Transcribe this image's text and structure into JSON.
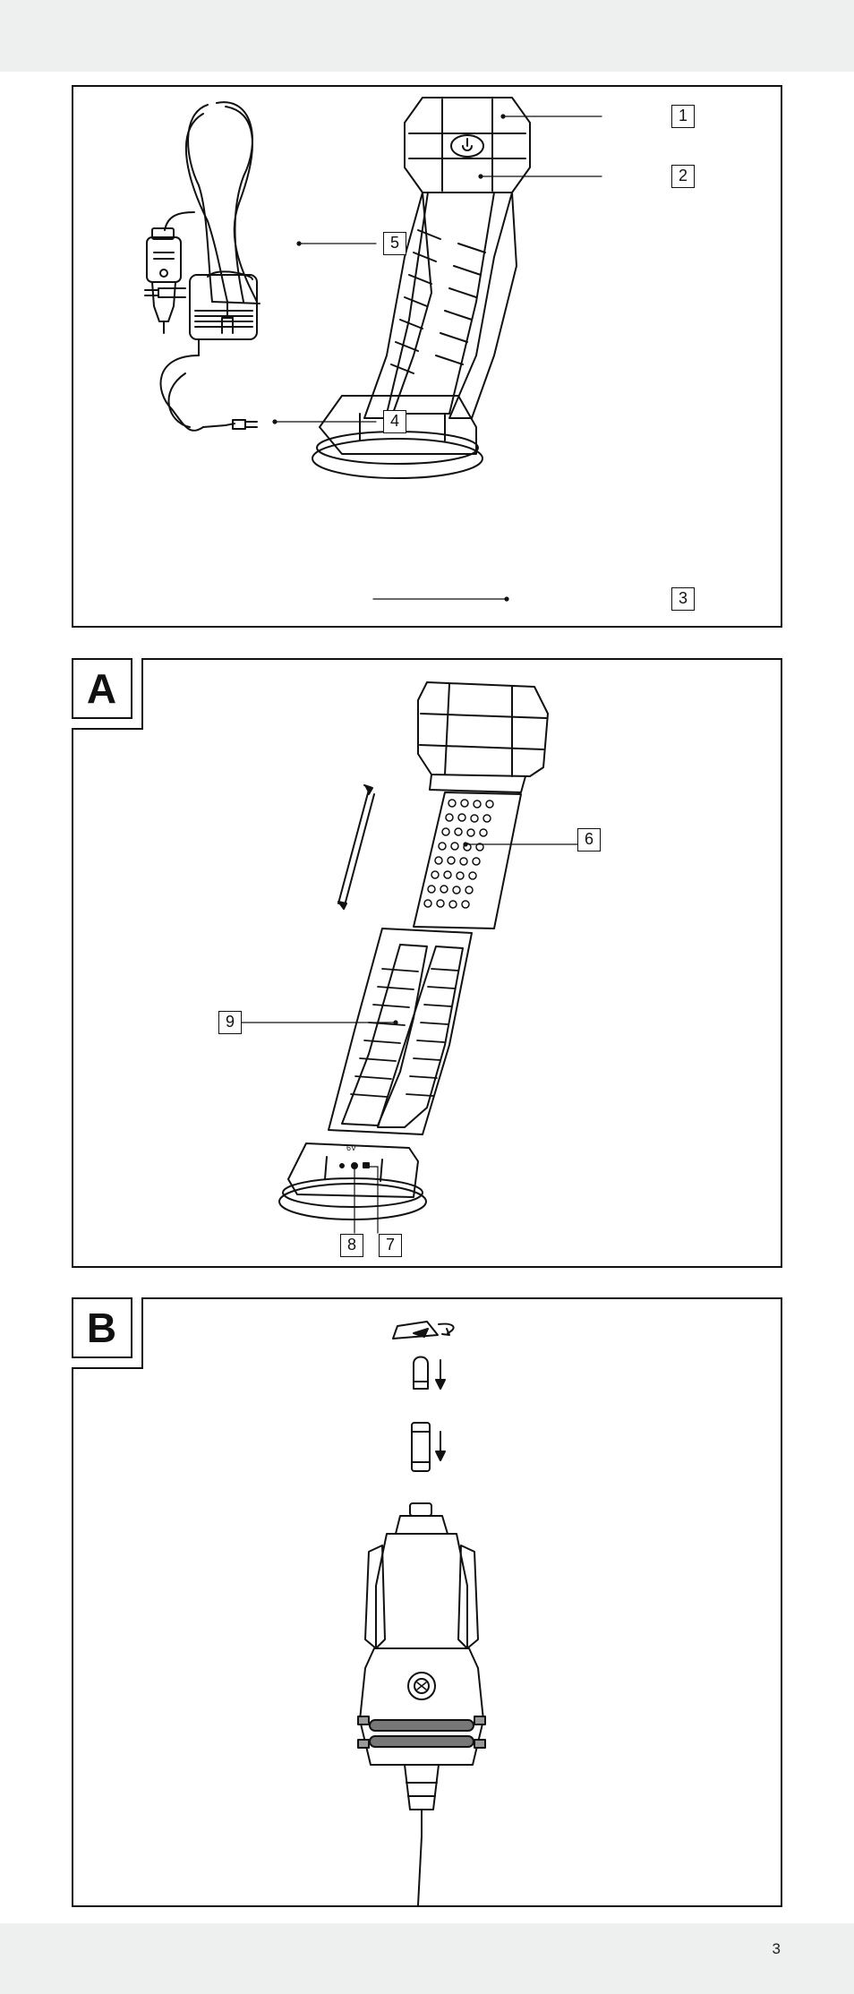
{
  "page": {
    "number": "3"
  },
  "overview": {
    "callouts": [
      "1",
      "2",
      "3",
      "4",
      "5"
    ]
  },
  "figure_a": {
    "label": "A",
    "callouts": [
      "6",
      "7",
      "8",
      "9"
    ],
    "socket_text": "6V"
  },
  "figure_b": {
    "label": "B"
  }
}
